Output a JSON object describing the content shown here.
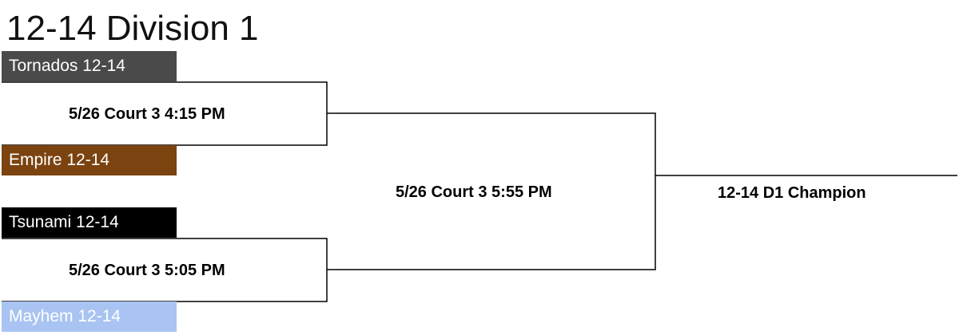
{
  "title": "12-14 Division 1",
  "teams": [
    {
      "name": "Tornados 12-14",
      "bg": "#4a4a4a",
      "color": "#ffffff"
    },
    {
      "name": "Empire 12-14",
      "bg": "#7b4310",
      "color": "#ffffff"
    },
    {
      "name": "Tsunami 12-14",
      "bg": "#000000",
      "color": "#ffffff"
    },
    {
      "name": "Mayhem 12-14",
      "bg": "#a9c4f2",
      "color": "#ffffff"
    }
  ],
  "games": {
    "semi_1": "5/26 Court 3 4:15 PM",
    "semi_2": "5/26 Court 3 5:05 PM",
    "final": "5/26 Court 3 5:55 PM"
  },
  "champion": "12-14 D1 Champion"
}
